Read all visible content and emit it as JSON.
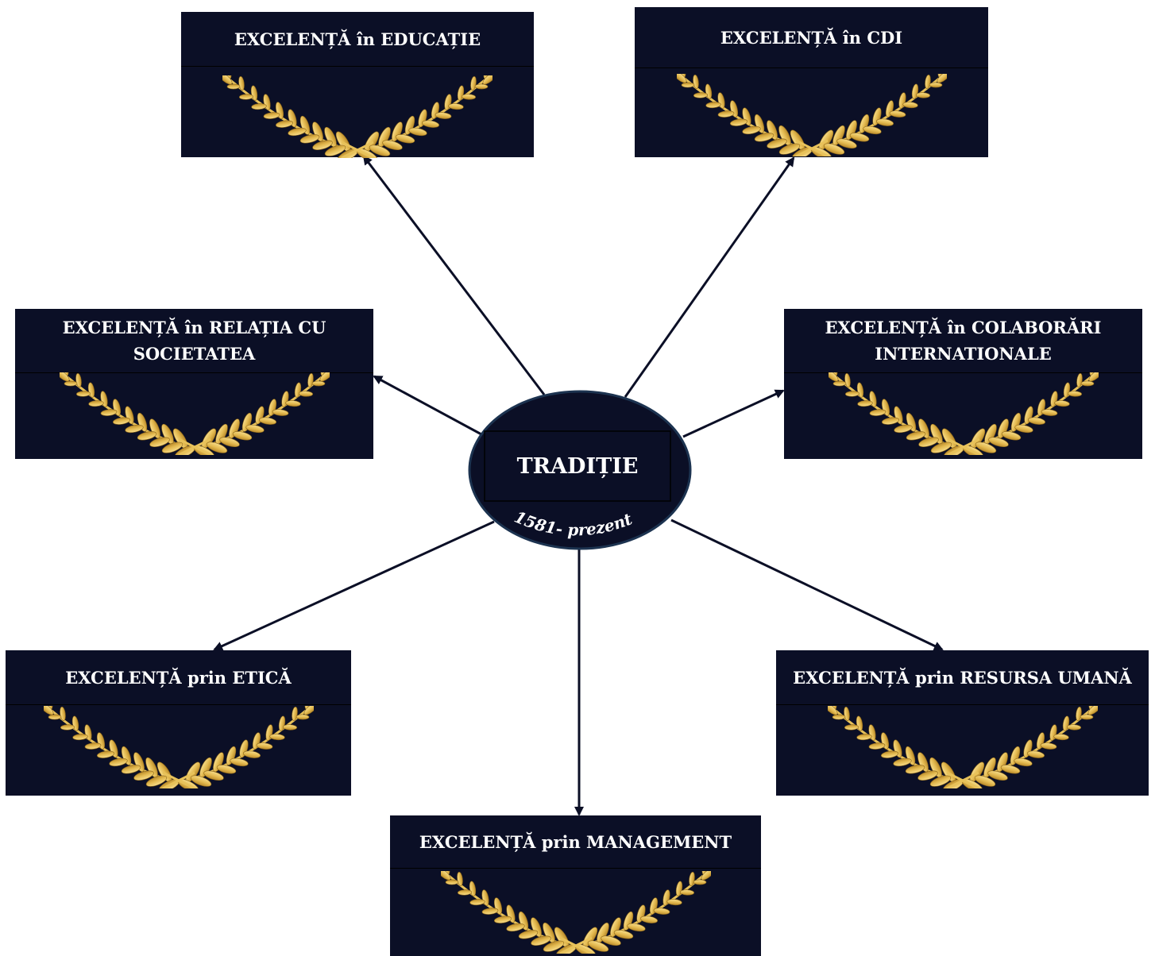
{
  "center": {
    "title": "TRADIȚIE",
    "subtitle": "1581- prezent"
  },
  "pillars": {
    "educatie": "EXCELENȚĂ în EDUCAȚIE",
    "cdi": "EXCELENȚĂ în CDI",
    "societate": "EXCELENȚĂ în RELAȚIA CU SOCIETATEA",
    "colaborari": "EXCELENȚĂ în COLABORĂRI INTERNATIONALE",
    "etica": "EXCELENȚĂ prin ETICĂ",
    "resursa": "EXCELENȚĂ prin RESURSA UMANĂ",
    "management": "EXCELENȚĂ prin MANAGEMENT"
  },
  "icons": {
    "pillar_decoration": "laurel-wreath-icon"
  },
  "colors": {
    "box_background": "#0b0f26",
    "text": "#ffffff",
    "wreath_gold": "#e8c25a",
    "arrow": "#0b0f26"
  }
}
